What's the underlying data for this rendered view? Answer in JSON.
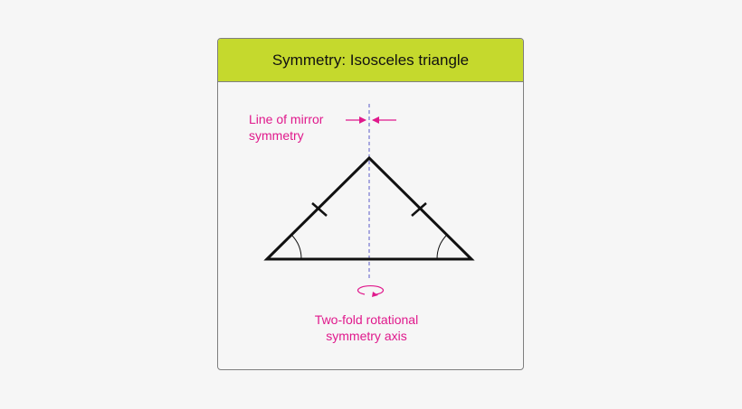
{
  "title": "Symmetry: Isosceles triangle",
  "mirror_label": {
    "line1": "Line of mirror",
    "line2": "symmetry"
  },
  "rotation_label": {
    "line1": "Two-fold rotational",
    "line2": "symmetry axis"
  },
  "colors": {
    "header_background": "#c5d92d",
    "annotation": "#e0198c",
    "axis_line": "#5a5ac8",
    "triangle_stroke": "#111111",
    "border": "#7f7f7f"
  }
}
